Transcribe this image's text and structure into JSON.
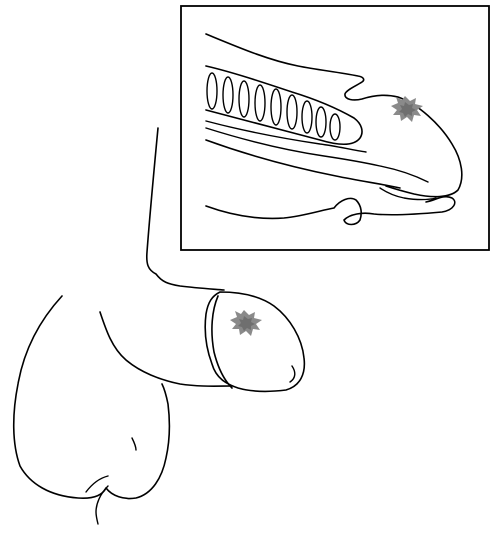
{
  "colors": {
    "background": "#ffffff",
    "line": "#000000",
    "lesion": "#8a8a8a",
    "lesion_core": "#6f6f6f"
  },
  "figure": {
    "main_view": "external",
    "inset_view": "cross-section",
    "marker_icon": "lesion-starburst-icon",
    "marker_count": 2
  }
}
